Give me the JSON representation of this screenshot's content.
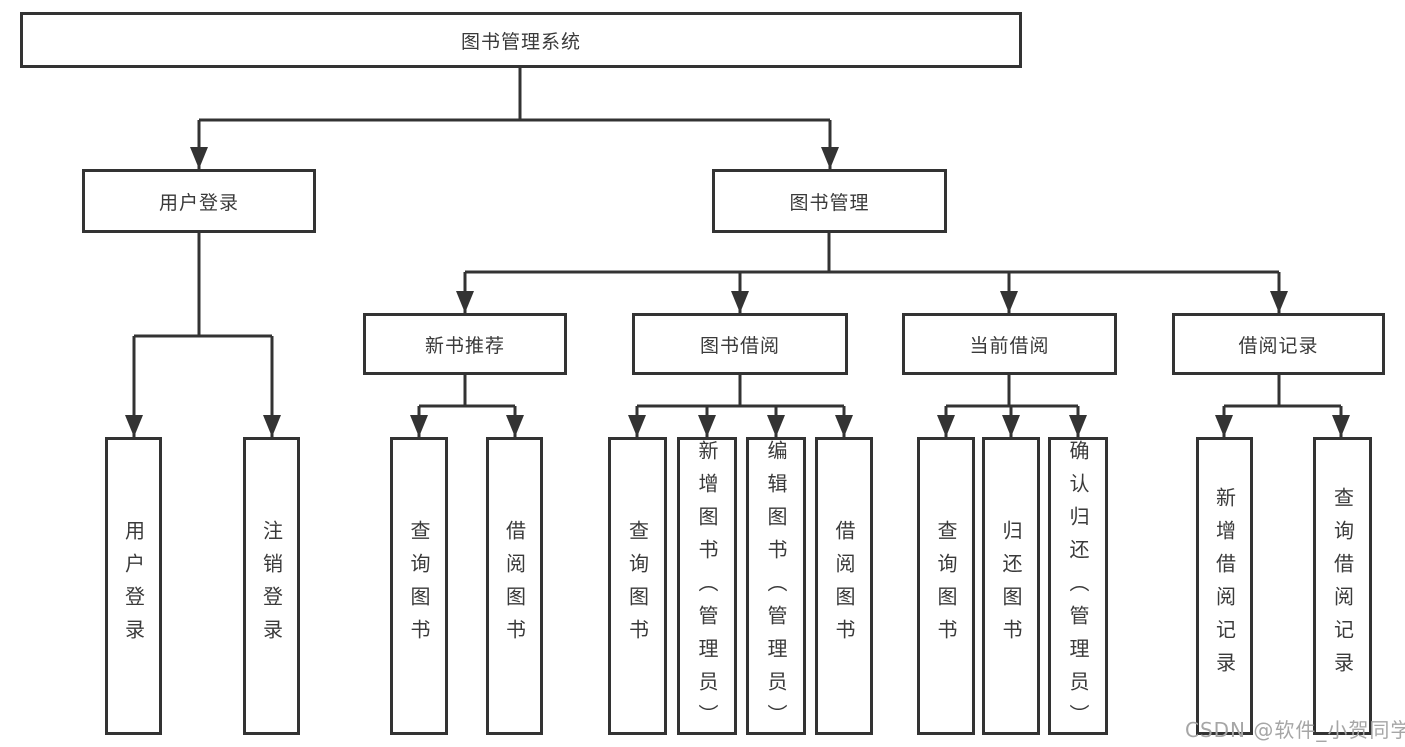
{
  "tree": {
    "root": {
      "label": "图书管理系统",
      "children": [
        {
          "label": "用户登录",
          "children": [
            {
              "label": "用户登录"
            },
            {
              "label": "注销登录"
            }
          ]
        },
        {
          "label": "图书管理",
          "children": [
            {
              "label": "新书推荐",
              "children": [
                {
                  "label": "查询图书"
                },
                {
                  "label": "借阅图书"
                }
              ]
            },
            {
              "label": "图书借阅",
              "children": [
                {
                  "label": "查询图书"
                },
                {
                  "label": "新增图书（管理员）"
                },
                {
                  "label": "编辑图书（管理员）"
                },
                {
                  "label": "借阅图书"
                }
              ]
            },
            {
              "label": "当前借阅",
              "children": [
                {
                  "label": "查询图书"
                },
                {
                  "label": "归还图书"
                },
                {
                  "label": "确认归还（管理员）"
                }
              ]
            },
            {
              "label": "借阅记录",
              "children": [
                {
                  "label": "新增借阅记录"
                },
                {
                  "label": "查询借阅记录"
                }
              ]
            }
          ]
        }
      ]
    }
  },
  "watermark": {
    "text": "CSDN @软件_小贺同学"
  },
  "colors": {
    "line": "#333333",
    "text": "#3a3a3a",
    "watermark": "#a6a6a6",
    "background": "#ffffff"
  }
}
